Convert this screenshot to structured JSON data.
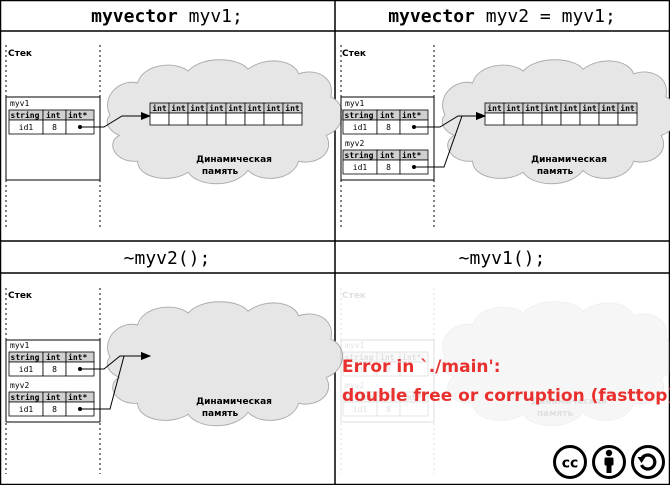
{
  "panels": [
    {
      "title_bold": "myvector",
      "title_rest": " myv1;",
      "stack_label": "Стек",
      "heap_label_1": "Динамическая",
      "heap_label_2": "память",
      "vars": [
        {
          "name": "myv1",
          "headers": [
            "string",
            "int",
            "int*"
          ],
          "values": [
            "id1",
            "8",
            ""
          ]
        }
      ],
      "heap_cells": [
        "int",
        "int",
        "int",
        "int",
        "int",
        "int",
        "int",
        "int"
      ]
    },
    {
      "title_bold": "myvector",
      "title_rest": " myv2 = myv1;",
      "stack_label": "Стек",
      "heap_label_1": "Динамическая",
      "heap_label_2": "память",
      "vars": [
        {
          "name": "myv1",
          "headers": [
            "string",
            "int",
            "int*"
          ],
          "values": [
            "id1",
            "8",
            ""
          ]
        },
        {
          "name": "myv2",
          "headers": [
            "string",
            "int",
            "int*"
          ],
          "values": [
            "id1",
            "8",
            ""
          ]
        }
      ],
      "heap_cells": [
        "int",
        "int",
        "int",
        "int",
        "int",
        "int",
        "int",
        "int"
      ]
    },
    {
      "title_bold": "",
      "title_rest": "~myv2();",
      "stack_label": "Стек",
      "heap_label_1": "Динамическая",
      "heap_label_2": "память",
      "vars": [
        {
          "name": "myv1",
          "headers": [
            "string",
            "int",
            "int*"
          ],
          "values": [
            "id1",
            "8",
            ""
          ]
        },
        {
          "name": "myv2",
          "headers": [
            "string",
            "int",
            "int*"
          ],
          "values": [
            "id1",
            "8",
            ""
          ]
        }
      ],
      "heap_cells": []
    },
    {
      "title_bold": "",
      "title_rest": "~myv1();",
      "stack_label": "Стек",
      "heap_label_1": "Динамическая",
      "heap_label_2": "память",
      "vars": [
        {
          "name": "myv1",
          "headers": [
            "string",
            "int",
            "int*"
          ],
          "values": [
            "id1",
            "8",
            ""
          ]
        },
        {
          "name": "myv2",
          "headers": [
            "string",
            "int",
            "int*"
          ],
          "values": [
            "id1",
            "8",
            ""
          ]
        }
      ],
      "heap_cells": []
    }
  ],
  "error": {
    "line1": "Error in `./main':",
    "line2": "double free or corruption (fasttop)",
    "color": "#e8312f"
  },
  "license_icons": [
    "cc-icon",
    "by-person-icon",
    "sa-icon"
  ],
  "colors": {
    "header_fill": "#d0d0d0",
    "cloud_fill": "#e6e6e6",
    "cloud_stroke": "#aaaaaa"
  }
}
